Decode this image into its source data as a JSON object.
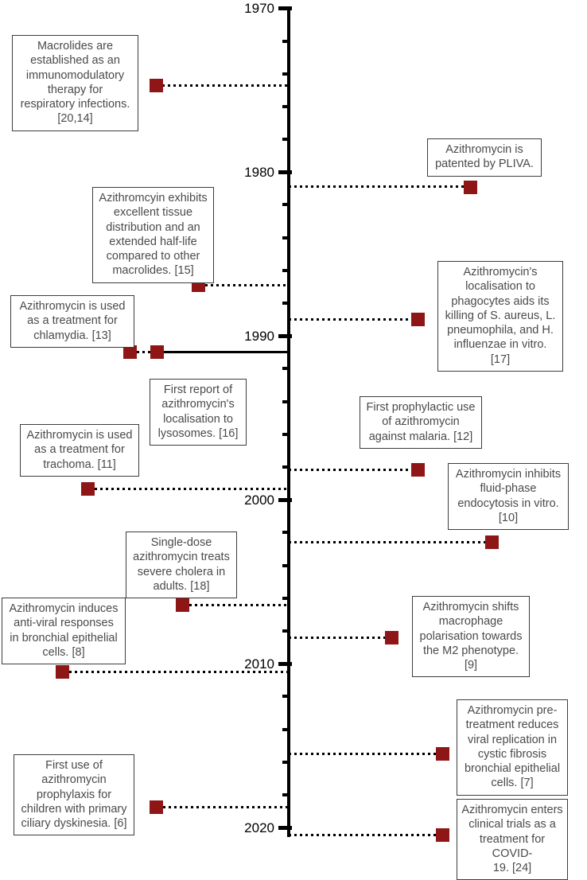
{
  "figure": {
    "type": "timeline",
    "title": "",
    "axis": {
      "orientation": "vertical",
      "start_year": 1970,
      "end_year": 2020,
      "major_tick_interval": 10,
      "minor_tick_interval": 2,
      "year_labels": [
        "1970",
        "1980",
        "1990",
        "2000",
        "2010",
        "2020"
      ],
      "axis_color": "#000000"
    },
    "marker_color": "#8E1616",
    "box_border_color": "#3c3c3c",
    "text_color": "#4a4a4a"
  },
  "events": [
    {
      "id": "macrolides-immunomodulatory",
      "side": "left",
      "year": 1974,
      "text": "Macrolides are\nestablished as an\nimmunomodulatory\ntherapy for\nrespiratory infections.\n[20,14]",
      "refs": "[20,14]"
    },
    {
      "id": "patented-by-pliva",
      "side": "right",
      "year": 1980,
      "text": "Azithromycin is\npatented by PLIVA.",
      "refs": ""
    },
    {
      "id": "tissue-distribution-half-life",
      "side": "left",
      "year": 1987,
      "text": "Azithromcyin exhibits\nexcellent tissue\ndistribution and an\nextended half-life\ncompared to other\nmacrolides. [15]",
      "refs": "[15]"
    },
    {
      "id": "phagocyte-localisation-killing",
      "side": "right",
      "year": 1989,
      "text": "Azithromycin's\nlocalisation to\nphagocytes aids its\nkilling of S. aureus, L.\npneumophila, and H.\ninfluenzae in vitro.\n[17]",
      "refs": "[17]"
    },
    {
      "id": "chlamydia-treatment",
      "side": "left",
      "year": 1991,
      "text": "Azithromycin is used\nas a treatment for\nchlamydia. [13]",
      "refs": "[13]"
    },
    {
      "id": "lysosome-localisation",
      "side": "left",
      "year": 1991,
      "text": "First report of\nazithromycin's\nlocalisation to\nlysosomes. [16]",
      "refs": "[16]"
    },
    {
      "id": "malaria-prophylaxis",
      "side": "right",
      "year": 1997,
      "text": "First prophylactic use\nof azithromycin\nagainst malaria. [12]",
      "refs": "[12]"
    },
    {
      "id": "trachoma-treatment",
      "side": "left",
      "year": 1999,
      "text": "Azithromycin is used\nas a treatment for\ntrachoma. [11]",
      "refs": "[11]"
    },
    {
      "id": "fluid-phase-endocytosis",
      "side": "right",
      "year": 2002,
      "text": "Azithromycin inhibits\nfluid-phase\nendocytosis in vitro.\n[10]",
      "refs": "[10]"
    },
    {
      "id": "cholera-single-dose",
      "side": "left",
      "year": 2006,
      "text": "Single-dose\nazithromycin treats\nsevere cholera in\nadults. [18]",
      "refs": "[18]"
    },
    {
      "id": "m2-macrophage-polarisation",
      "side": "right",
      "year": 2008,
      "text": "Azithromycin shifts\nmacrophage\npolarisation towards\nthe M2 phenotype.\n[9]",
      "refs": "[9]"
    },
    {
      "id": "anti-viral-bronchial-epithelial",
      "side": "left",
      "year": 2010,
      "text": "Azithromycin induces\nanti-viral responses\nin bronchial epithelial\ncells. [8]",
      "refs": "[8]"
    },
    {
      "id": "cystic-fibrosis-viral-replication",
      "side": "right",
      "year": 2015,
      "text": "Azithromycin pre-\ntreatment reduces\nviral replication in\ncystic fibrosis\nbronchial epithelial\ncells. [7]",
      "refs": "[7]"
    },
    {
      "id": "primary-ciliary-dyskinesia-prophylaxis",
      "side": "left",
      "year": 2019,
      "text": "First use of\nazithromycin\nprophylaxis for\nchildren with primary\nciliary dyskinesia. [6]",
      "refs": "[6]"
    },
    {
      "id": "covid-19-clinical-trials",
      "side": "right",
      "year": 2020,
      "text": "Azithromycin enters\nclinical trials as a\ntreatment for COVID-\n19. [24]",
      "refs": "[24]"
    }
  ]
}
